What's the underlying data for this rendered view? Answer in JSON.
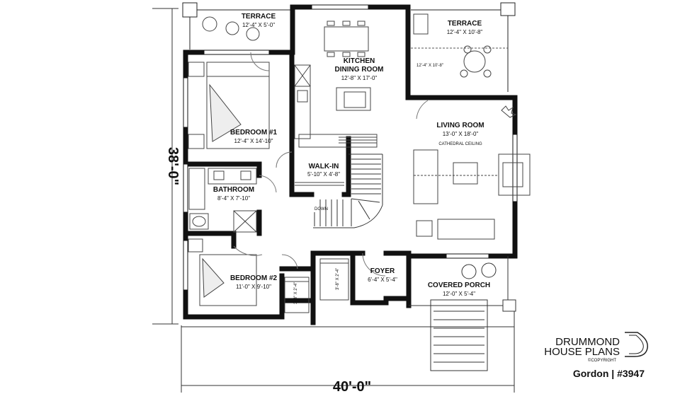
{
  "dimensions": {
    "width": "40'-0\"",
    "depth": "38'-0\""
  },
  "rooms": {
    "terrace_left": {
      "name": "TERRACE",
      "dims": "12'-4\" X 5'-0\""
    },
    "terrace_right": {
      "name": "TERRACE",
      "dims": "12'-4\" X 10'-8\""
    },
    "terrace_right_note": "12'-4\" X 10'-8\"",
    "kitchen": {
      "name_1": "KITCHEN",
      "name_2": "DINING ROOM",
      "dims": "12'-8\" X 17'-0\""
    },
    "bedroom1": {
      "name": "BEDROOM #1",
      "dims": "12'-4\" X 14'-10\""
    },
    "living": {
      "name": "LIVING ROOM",
      "dims": "13'-0\" X 18'-0\"",
      "note": "CATHEDRAL CEILING"
    },
    "walkin": {
      "name": "WALK-IN",
      "dims": "5'-10\" X 4'-8\""
    },
    "bathroom": {
      "name": "BATHROOM",
      "dims": "8'-4\" X 7'-10\""
    },
    "bedroom2": {
      "name": "BEDROOM #2",
      "dims": "11'-0\" X 9'-10\""
    },
    "foyer": {
      "name": "FOYER",
      "dims": "6'-4\" X 5'-4\""
    },
    "covered_porch": {
      "name": "COVERED PORCH",
      "dims": "12'-0\" X 5'-4\""
    },
    "closet1": {
      "dims": "3'-8\" X 2'-4\""
    },
    "closet2": {
      "dims": "3'-8\" X 2'-4\""
    }
  },
  "stairs_label": "DOWN",
  "brand": {
    "line1": "DRUMMOND",
    "line2": "HOUSE PLANS",
    "copyright": "©COPYRIGHT",
    "plan": "Gordon | #3947"
  }
}
